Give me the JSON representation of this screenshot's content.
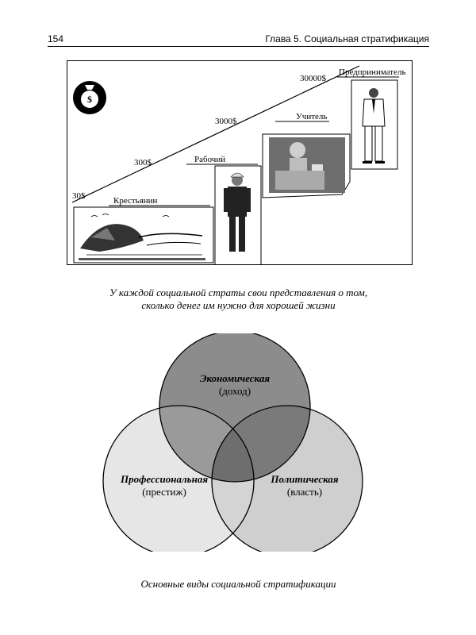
{
  "header": {
    "page_number": "154",
    "chapter_title": "Глава 5. Социальная стратификация"
  },
  "figure1": {
    "money_levels": [
      "30$",
      "300$",
      "3000$",
      "30000$"
    ],
    "strata": [
      "Крестьянин",
      "Рабочий",
      "Учитель",
      "Предприниматель"
    ],
    "caption_line1": "У каждой социальной страты свои представления о том,",
    "caption_line2": "сколько денег им нужно для хорошей жизни"
  },
  "figure2": {
    "circles": [
      {
        "name": "Экономическая",
        "sub": "(доход)",
        "fill": "#8c8c8c"
      },
      {
        "name": "Профессиональная",
        "sub": "(престиж)",
        "fill": "#e6e6e6"
      },
      {
        "name": "Политическая",
        "sub": "(власть)",
        "fill": "#cfcfcf"
      }
    ],
    "caption": "Основные виды социальной стратификации"
  }
}
